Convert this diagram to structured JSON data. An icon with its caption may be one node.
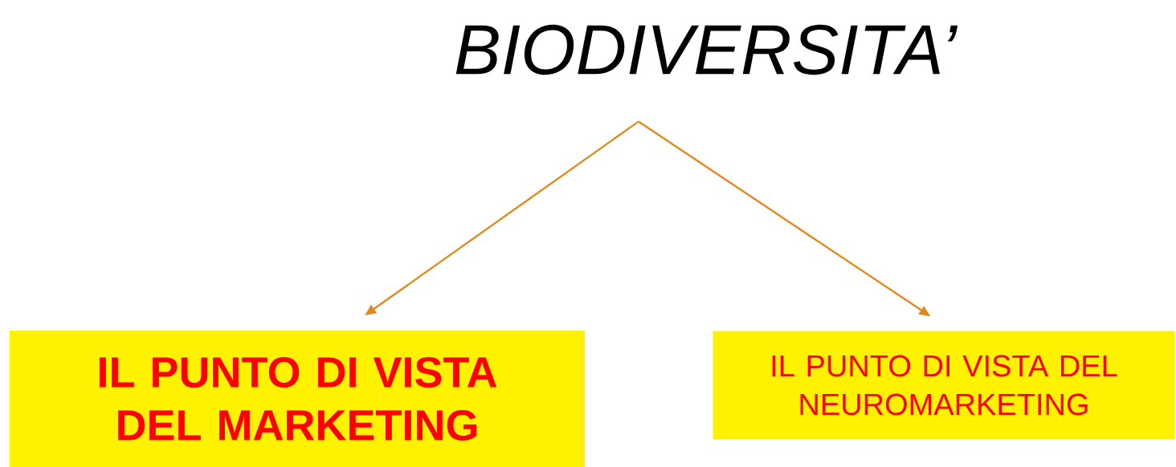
{
  "diagram": {
    "nodes": [
      {
        "text": [
          "BIODIVERSITA’"
        ]
      },
      {
        "text": [
          "IL PUNTO DI VISTA DEL MARKETING"
        ]
      },
      {
        "text": [
          "IL PUNTO DI VISTA DEL NEUROMARKETING"
        ]
      }
    ],
    "edges": [
      {
        "from": 0,
        "to": 1,
        "arrow": "to",
        "color": "#e08a1e"
      },
      {
        "from": 0,
        "to": 2,
        "arrow": "to",
        "color": "#e08a1e"
      }
    ]
  }
}
